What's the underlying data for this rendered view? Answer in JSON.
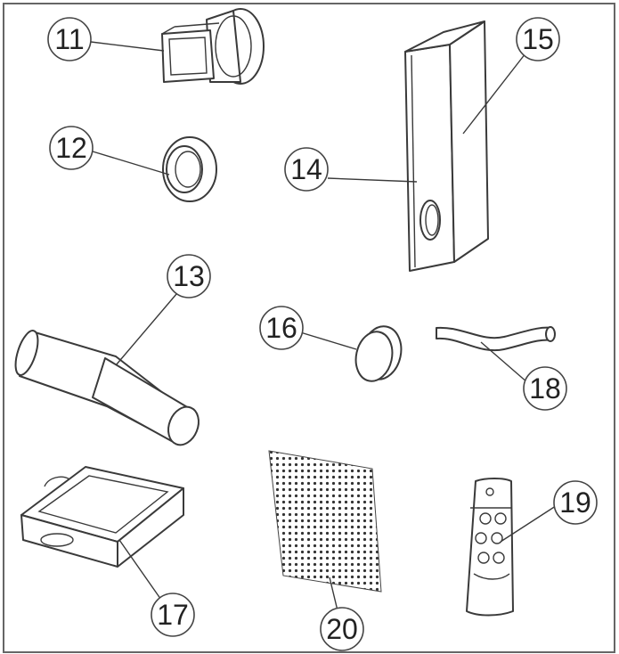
{
  "callouts": {
    "c11": "11",
    "c12": "12",
    "c13": "13",
    "c14": "14",
    "c15": "15",
    "c16": "16",
    "c17": "17",
    "c18": "18",
    "c19": "19",
    "c20": "20"
  }
}
